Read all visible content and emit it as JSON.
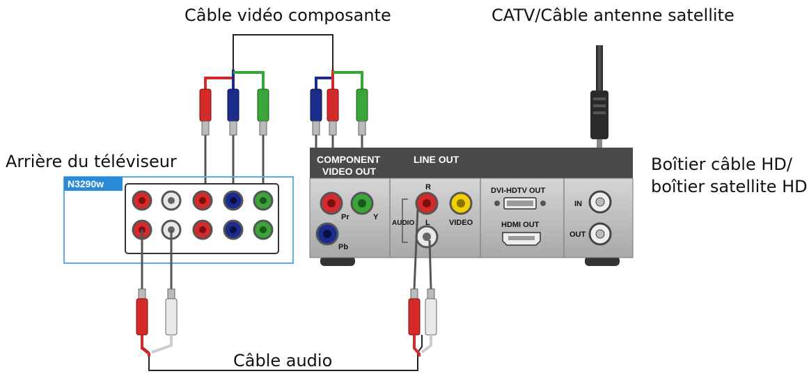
{
  "labels": {
    "component_cable": "Câble vidéo composante",
    "catv_cable": "CATV/Câble antenne satellite",
    "tv_rear": "Arrière du téléviseur",
    "tv_model": "N3290w",
    "box_line1": "Boîtier câble HD/",
    "box_line2": "boîtier satellite HD",
    "audio_cable": "Câble audio"
  },
  "box_panel": {
    "component_line1": "COMPONENT",
    "component_line2": "VIDEO OUT",
    "line_out": "LINE OUT",
    "pr": "Pr",
    "y": "Y",
    "pb": "Pb",
    "r": "R",
    "l": "L",
    "audio": "AUDIO",
    "video": "VIDEO",
    "dvi": "DVI-HDTV OUT",
    "hdmi": "HDMI OUT",
    "in": "IN",
    "out": "OUT"
  },
  "colors": {
    "red": "#d42a2a",
    "blue": "#1c2c8c",
    "green": "#3aa63a",
    "white": "#e8e8e8",
    "yellow": "#f0d000",
    "tv_frame": "#5aaee0",
    "box_top": "#4a4a4a",
    "box_face": "#c8c8c8"
  }
}
